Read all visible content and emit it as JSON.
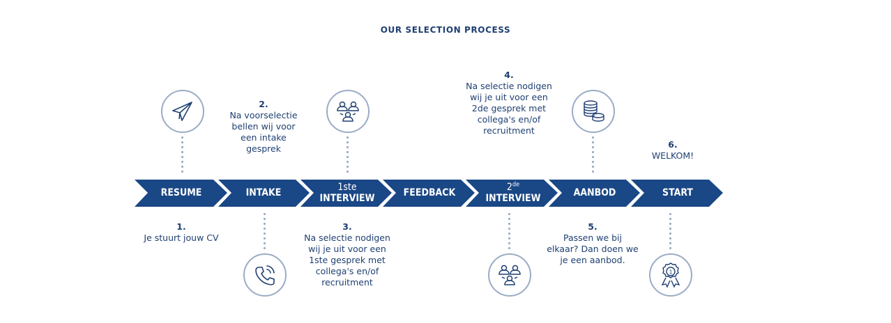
{
  "title": "OUR SELECTION PROCESS",
  "steps": [
    {
      "label": "RESUME"
    },
    {
      "label": "INTAKE"
    },
    {
      "label_prefix": "1ste",
      "label": "INTERVIEW"
    },
    {
      "label": "FEEDBACK"
    },
    {
      "label_prefix": "2",
      "label_sup": "de",
      "label": "INTERVIEW"
    },
    {
      "label": "AANBOD"
    },
    {
      "label": "START"
    }
  ],
  "notes": [
    {
      "num": "1.",
      "text": "Je stuurt jouw CV"
    },
    {
      "num": "2.",
      "text": "Na voorselectie bellen wij voor een intake gesprek"
    },
    {
      "num": "3.",
      "text": "Na selectie nodigen wij je uit voor een 1ste gesprek met collega's en/of recruitment"
    },
    {
      "num": "4.",
      "text": "Na selectie nodigen wij je uit voor een 2de gesprek met collega's en/of recruitment"
    },
    {
      "num": "5.",
      "text": "Passen we bij elkaar? Dan doen we je een aanbod."
    },
    {
      "num": "6.",
      "text": "WELKOM!"
    }
  ],
  "icons": {
    "resume": "paper-plane-icon",
    "intake": "phone-icon",
    "interview1": "group-meeting-icon",
    "interview2": "group-meeting-icon",
    "aanbod": "coin-stack-icon",
    "start": "award-medal-icon"
  },
  "colors": {
    "arrow": "#1a4785",
    "accent": "#1e3f72",
    "circle": "#9aacc4"
  }
}
